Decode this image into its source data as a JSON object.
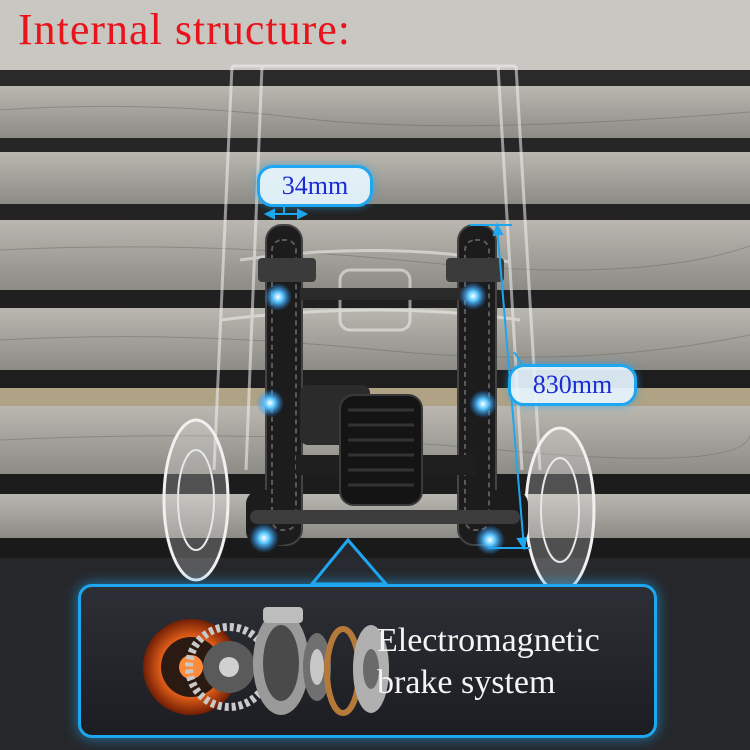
{
  "title": "Internal structure:",
  "dimensions": {
    "width_label": "34mm",
    "height_label": "830mm"
  },
  "brake": {
    "line1": "Electromagnetic",
    "line2": "brake system"
  },
  "colors": {
    "title": "#e8141c",
    "accent": "#1ea7f0",
    "dimension_text": "#1b2bd4"
  }
}
